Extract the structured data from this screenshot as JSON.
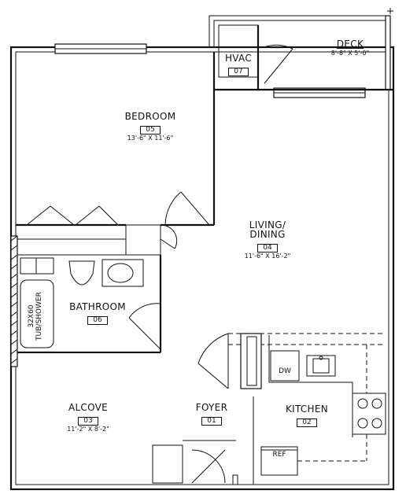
{
  "rooms": {
    "deck": {
      "name": "DECK",
      "dims": "8'-8\" X 5'-0\""
    },
    "hvac": {
      "name": "HVAC",
      "number": "07"
    },
    "bedroom": {
      "name": "BEDROOM",
      "number": "05",
      "dims": "13'-6\" X 11'-6\""
    },
    "living": {
      "name_line1": "LIVING/",
      "name_line2": "DINING",
      "number": "04",
      "dims": "11'-6\" X 16'-2\""
    },
    "bathroom": {
      "name": "BATHROOM",
      "number": "06"
    },
    "tub": {
      "line1": "32X60",
      "line2": "TUB/SHOWER"
    },
    "alcove": {
      "name": "ALCOVE",
      "number": "03",
      "dims": "11'-2\" X 8'-2\""
    },
    "foyer": {
      "name": "FOYER",
      "number": "01"
    },
    "kitchen": {
      "name": "KITCHEN",
      "number": "02"
    }
  },
  "fixtures": {
    "dishwasher": "DW",
    "refrigerator": "REF"
  }
}
